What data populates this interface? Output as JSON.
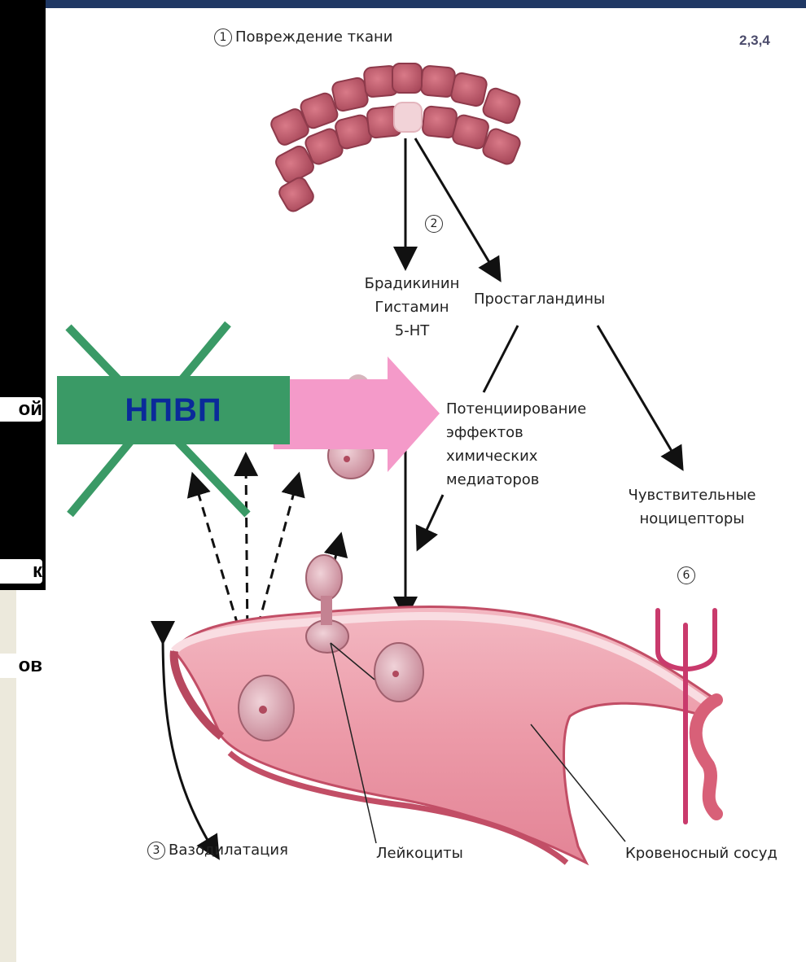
{
  "slide_number": "2,3,4",
  "left_fragments": [
    "ой",
    "к",
    "ов"
  ],
  "labels": {
    "tissue_damage": {
      "num": "1",
      "text": "Повреждение ткани"
    },
    "step2": "2",
    "mediators": [
      "Брадикинин",
      "Гистамин",
      "5-HT"
    ],
    "prostaglandins": "Простагландины",
    "potentiation": [
      "Потенциирование",
      "эффектов",
      "химических",
      "медиаторов"
    ],
    "nociceptors": [
      "Чувствительные",
      "ноцицепторы"
    ],
    "step6": "6",
    "vasodilation": {
      "num": "3",
      "text": "Вазодилатация"
    },
    "leukocytes": "Лейкоциты",
    "blood_vessel": "Кровеносный сосуд"
  },
  "overlay": {
    "npvp_label": "НПВП"
  },
  "colors": {
    "top_bar": "#1f3864",
    "cross": "#3a9a66",
    "npvp_box": "#3a9a66",
    "npvp_text": "#0a2a9a",
    "pink_arrow": "#f49ac9",
    "vessel": "#e0758a",
    "cells": "#c98593",
    "nociceptor": "#c93a6c"
  }
}
